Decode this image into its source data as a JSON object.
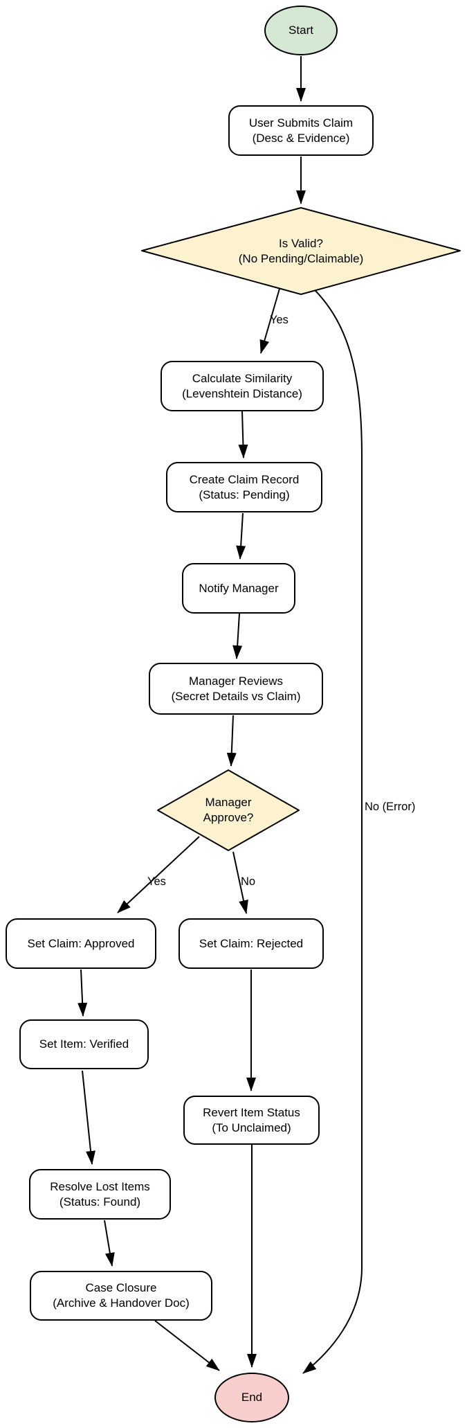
{
  "nodes": {
    "start": {
      "label": "Start"
    },
    "submit_claim": {
      "label": "User Submits Claim\n(Desc & Evidence)"
    },
    "is_valid": {
      "label": "Is Valid?\n(No Pending/Claimable)"
    },
    "calc_similarity": {
      "label": "Calculate Similarity\n(Levenshtein Distance)"
    },
    "create_record": {
      "label": "Create Claim Record\n(Status: Pending)"
    },
    "notify_manager": {
      "label": "Notify Manager"
    },
    "manager_reviews": {
      "label": "Manager Reviews\n(Secret Details vs Claim)"
    },
    "manager_approve": {
      "label": "Manager\nApprove?"
    },
    "set_claim_approved": {
      "label": "Set Claim: Approved"
    },
    "set_claim_rejected": {
      "label": "Set Claim: Rejected"
    },
    "set_item_verified": {
      "label": "Set Item: Verified"
    },
    "revert_item_status": {
      "label": "Revert Item Status\n(To Unclaimed)"
    },
    "resolve_lost_items": {
      "label": "Resolve Lost Items\n(Status: Found)"
    },
    "case_closure": {
      "label": "Case Closure\n(Archive & Handover Doc)"
    },
    "end": {
      "label": "End"
    }
  },
  "edge_labels": {
    "valid_yes": "Yes",
    "valid_no": "No (Error)",
    "approve_yes": "Yes",
    "approve_no": "No"
  },
  "colors": {
    "start_fill": "#d5e8d4",
    "decision_fill": "#fcf2cf",
    "end_fill": "#f8cecc",
    "process_fill": "#ffffff",
    "stroke": "#000000"
  }
}
